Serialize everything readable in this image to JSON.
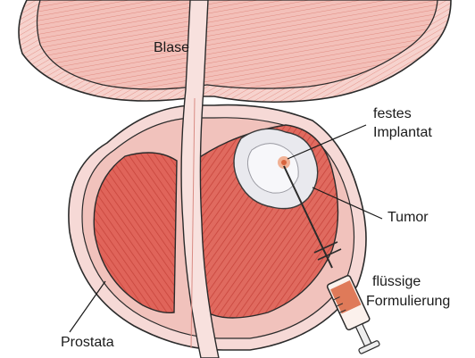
{
  "labels": {
    "bladder": "Blase",
    "implant_line1": "festes",
    "implant_line2": "Implantat",
    "tumor": "Tumor",
    "prostate": "Prostata",
    "liquid_line1": "flüssige",
    "liquid_line2": "Formulierung"
  },
  "colors": {
    "tissue_light": "#f6d9d6",
    "tissue_pink": "#efb3ad",
    "muscle_red": "#dd5b4f",
    "bladder_fill": "#f2b8b1",
    "outline": "#2b2b2b",
    "implant": "#e9e9ee",
    "syringe_liquid": "#d9653f"
  }
}
